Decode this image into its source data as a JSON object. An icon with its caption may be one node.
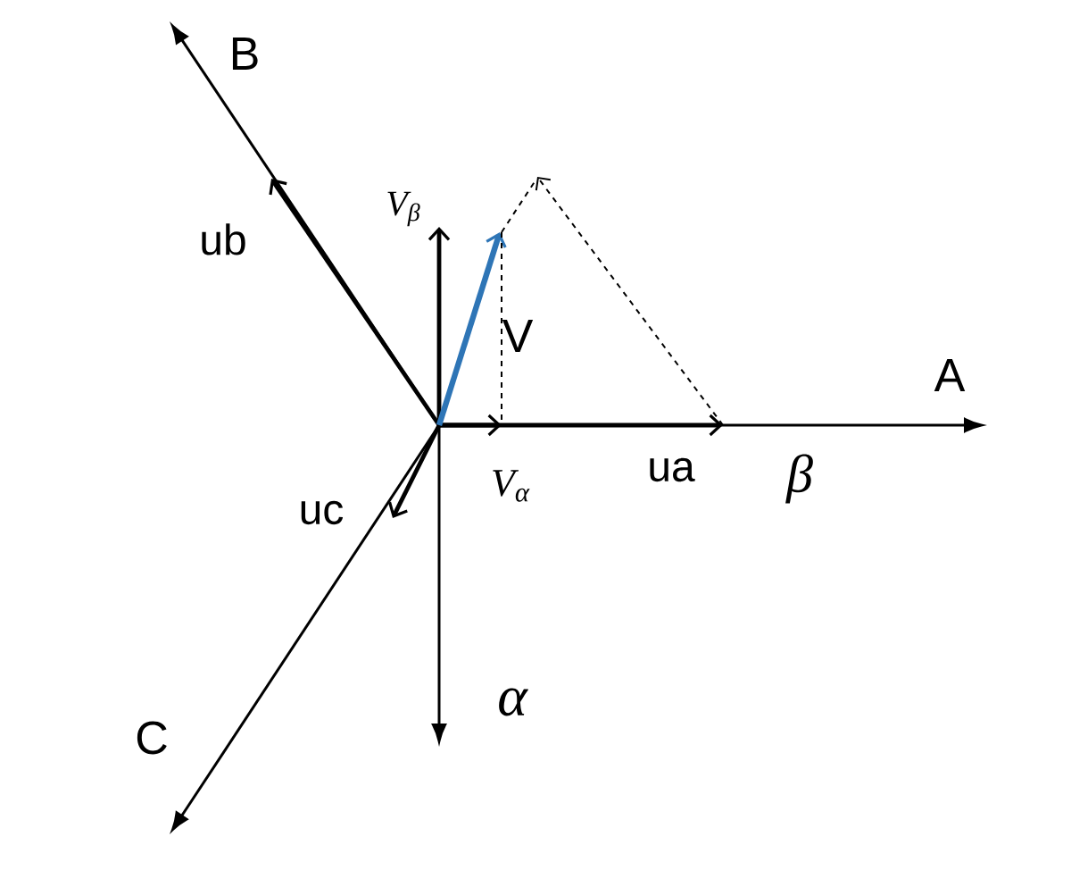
{
  "diagram": {
    "labels": [
      "B",
      "V$_{β}$",
      "ub",
      "V",
      "A",
      "V$_{α}$",
      "ua",
      "β",
      "uc",
      "α",
      "C"
    ]
  }
}
